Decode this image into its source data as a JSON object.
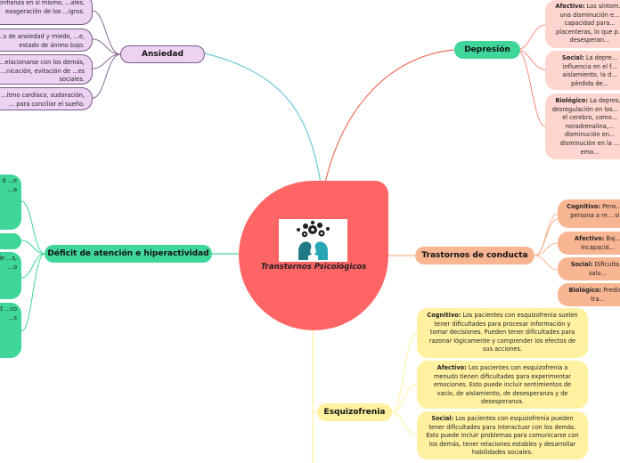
{
  "center": {
    "title": "Transtornos Psicológicos"
  },
  "branches": {
    "ansiedad": {
      "label": "Ansiedad",
      "nodes": [
        "confianza en sí mismo, ...ales, exageración de los ...igros.",
        "...s de ansiedad y miedo, ...e, estado de ánimo bajo.",
        "...elacionarse con los demás, ...nicación, evitación de ...es sociales.",
        "...itmo cardíaco, sudoración, ... para conciliar el sueño."
      ]
    },
    "depresion": {
      "label": "Depresión",
      "nodes": [
        {
          "bold": "Afectivo:",
          "text": " Los síntom... una disminución e... capacidad para... placenteras, lo que p... desesperan..."
        },
        {
          "bold": "Social:",
          "text": " La depre... influencia en el f... aislamiento, la d... pérdida de..."
        },
        {
          "bold": "Biológico:",
          "text": " La depres... desregulación en los... en el cerebro, como... noradrenalina,... disminución en... disminución en la ... emo..."
        }
      ]
    },
    "conducta": {
      "label": "Trastornos de conducta",
      "nodes": [
        {
          "bold": "Cognitivo:",
          "text": " Pens... la persona a re... si..."
        },
        {
          "bold": "Afectivo:",
          "text": " Baj... incapacid..."
        },
        {
          "bold": "Social:",
          "text": " Dificulta... salu..."
        },
        {
          "bold": "Biológico:",
          "text": " Predis... tra..."
        }
      ]
    },
    "esquizofrenia": {
      "label": "Esquizofrenia",
      "nodes": [
        {
          "bold": "Cognitivo:",
          "text": " Los pacientes con esquizofrenia suelen tener dificultades para procesar información y tomar decisiones. Pueden tener dificultades para razonar lógicamente y comprender los efectos de sus acciones."
        },
        {
          "bold": "Afectivo:",
          "text": " Los pacientes con esquizofrenia a menudo tienen dificultades para experimentar emociones. Esto puede incluir sentimientos de vacío, de aislamiento, de desesperanza y de desesperanza."
        },
        {
          "bold": "Social:",
          "text": " Los pacientes con esquizofrenia pueden tener dificultades para interactuar con los demás. Esto puede incluir problemas para comunicarse con los demás, tener relaciones estables y desarrollar habilidades sociales."
        }
      ]
    },
    "tdah": {
      "label": "Déficit de atención e hiperactividad",
      "nodes": [
        "d ...e ...a",
        "",
        "de ...s, ...o",
        "d ...co ...s"
      ]
    }
  },
  "colors": {
    "center": "#ff6565",
    "ansiedad": "#ecd3f2",
    "depresion": "#3fd69a",
    "conducta": "#f8b592",
    "esquizofrenia": "#fff1a0",
    "tdah": "#3fd69a"
  }
}
